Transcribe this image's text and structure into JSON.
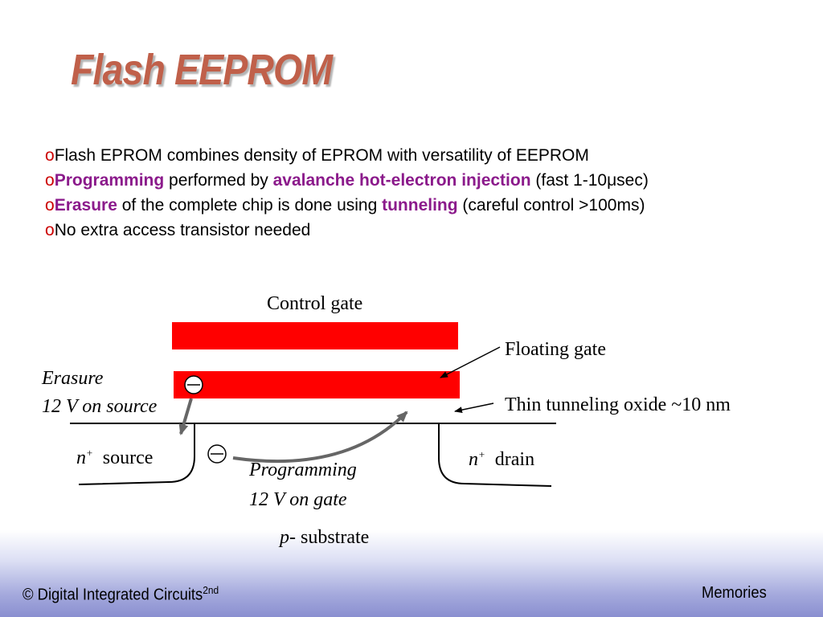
{
  "slide": {
    "title": "Flash EEPROM",
    "bullet_marker": "o",
    "bullets": [
      {
        "parts": [
          {
            "text": "Flash EPROM combines density of EPROM with versatility of EEPROM",
            "style": "normal"
          }
        ]
      },
      {
        "parts": [
          {
            "text": "Programming",
            "style": "highlight"
          },
          {
            "text": " performed by ",
            "style": "normal"
          },
          {
            "text": "avalanche hot-electron injection",
            "style": "highlight"
          },
          {
            "text": " (fast 1-10μsec)",
            "style": "normal"
          }
        ]
      },
      {
        "parts": [
          {
            "text": "Erasure",
            "style": "highlight"
          },
          {
            "text": " of the complete chip is done using ",
            "style": "normal"
          },
          {
            "text": "tunneling",
            "style": "highlight"
          },
          {
            "text": " (careful control >100ms)",
            "style": "normal"
          }
        ]
      },
      {
        "parts": [
          {
            "text": "No extra access transistor needed",
            "style": "normal"
          }
        ]
      }
    ]
  },
  "diagram": {
    "control_gate_label": "Control gate",
    "floating_gate_label": "Floating gate",
    "oxide_label": "Thin tunneling oxide ~10 nm",
    "erasure_label": "Erasure",
    "erasure_voltage": "12 V on source",
    "source_region": "n",
    "source_sup": "+",
    "source_label": "source",
    "drain_region": "n",
    "drain_sup": "+",
    "drain_label": "drain",
    "programming_label": "Programming",
    "programming_voltage": "12 V on gate",
    "substrate_type": "p-",
    "substrate_label": "substrate",
    "electron_symbol": "⊖"
  },
  "colors": {
    "gate": "#ff0000",
    "title": "#c0604a",
    "highlight": "#8b1a8b",
    "bullet_marker": "#cc0000",
    "arrow": "#666666"
  },
  "footer": {
    "left": "© Digital Integrated Circuits",
    "left_sup": "2nd",
    "right": "Memories"
  }
}
